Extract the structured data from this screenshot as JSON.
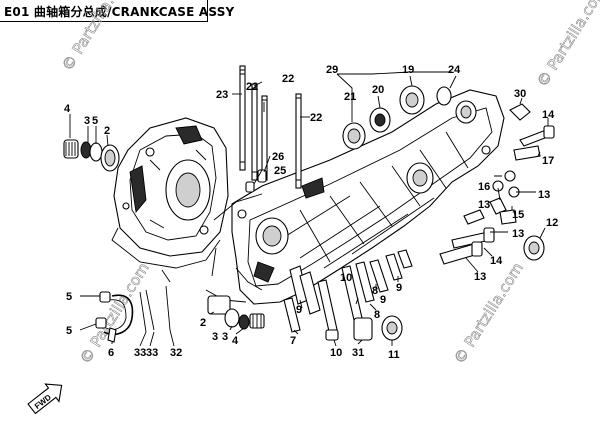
{
  "header": {
    "title": "E01 曲轴箱分总成/CRANKCASE ASSY"
  },
  "watermarks": [
    "© Partzilla.com",
    "© Partzilla.com",
    "© Partzilla.com",
    "© Partzilla.com"
  ],
  "fwd_label": "FWD",
  "callouts": [
    {
      "id": "c4a",
      "text": "4"
    },
    {
      "id": "c3a",
      "text": "3"
    },
    {
      "id": "c5a",
      "text": "5"
    },
    {
      "id": "c2a",
      "text": "2"
    },
    {
      "id": "c23",
      "text": "23"
    },
    {
      "id": "c22a",
      "text": "22"
    },
    {
      "id": "c22b",
      "text": "22"
    },
    {
      "id": "c22c",
      "text": "22"
    },
    {
      "id": "c26",
      "text": "26"
    },
    {
      "id": "c25",
      "text": "25"
    },
    {
      "id": "c29",
      "text": "29"
    },
    {
      "id": "c21",
      "text": "21"
    },
    {
      "id": "c20",
      "text": "20"
    },
    {
      "id": "c19",
      "text": "19"
    },
    {
      "id": "c24",
      "text": "24"
    },
    {
      "id": "c30",
      "text": "30"
    },
    {
      "id": "c14a",
      "text": "14"
    },
    {
      "id": "c17",
      "text": "17"
    },
    {
      "id": "c13a",
      "text": "13"
    },
    {
      "id": "c16",
      "text": "16"
    },
    {
      "id": "c15",
      "text": "15"
    },
    {
      "id": "c13b",
      "text": "13"
    },
    {
      "id": "c13c",
      "text": "13"
    },
    {
      "id": "c12",
      "text": "12"
    },
    {
      "id": "c14b",
      "text": "14"
    },
    {
      "id": "c13d",
      "text": "13"
    },
    {
      "id": "c10a",
      "text": "10"
    },
    {
      "id": "c9a",
      "text": "9"
    },
    {
      "id": "c8a",
      "text": "8"
    },
    {
      "id": "c9b",
      "text": "9"
    },
    {
      "id": "c9c",
      "text": "9"
    },
    {
      "id": "c8b",
      "text": "8"
    },
    {
      "id": "c7",
      "text": "7"
    },
    {
      "id": "c10b",
      "text": "10"
    },
    {
      "id": "c31",
      "text": "31"
    },
    {
      "id": "c11",
      "text": "11"
    },
    {
      "id": "c5b",
      "text": "5"
    },
    {
      "id": "c5c",
      "text": "5"
    },
    {
      "id": "c6",
      "text": "6"
    },
    {
      "id": "c33a",
      "text": "33"
    },
    {
      "id": "c33b",
      "text": "33"
    },
    {
      "id": "c32",
      "text": "32"
    },
    {
      "id": "c2b",
      "text": "2"
    },
    {
      "id": "c3b",
      "text": "3"
    },
    {
      "id": "c3c",
      "text": "3"
    },
    {
      "id": "c4b",
      "text": "4"
    }
  ]
}
